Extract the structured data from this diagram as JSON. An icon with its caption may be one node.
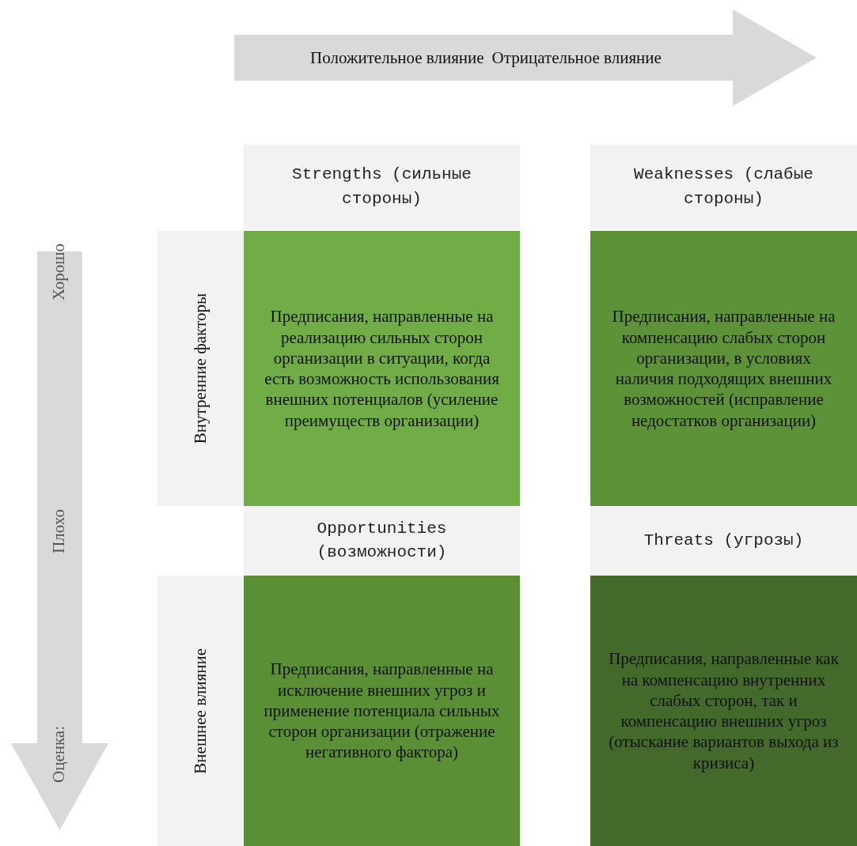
{
  "diagram": {
    "nodes": [
      {
        "text": [
          "Положительное влияние",
          "Отрицательное влияние"
        ]
      },
      {
        "text": [
          "Strengths (сильные стороны)"
        ]
      },
      {
        "text": [
          "Weaknesses (слабые стороны)"
        ]
      },
      {
        "text": [
          "Оценка:",
          "Плохо",
          "Хорошо"
        ]
      },
      {
        "text": [
          "Внутренние факторы"
        ]
      },
      {
        "text": [
          "Предписания, направленные на реализацию сильных сторон организации в ситуации, когда есть возможность использования внешних потенциалов (усиление преимуществ организации)"
        ]
      },
      {
        "text": [
          "Предписания, направленные на компенсацию слабых сторон организации, в условиях наличия подходящих внешних возможностей (исправление недостатков организации)"
        ]
      },
      {
        "text": [
          "Opportunities (возможности)"
        ]
      },
      {
        "text": [
          "Threats (угрозы)"
        ]
      },
      {
        "text": [
          "Внешнее влияние"
        ]
      },
      {
        "text": [
          "Предписания, направленные на исключение внешних угроз и применение потенциала сильных сторон организации (отражение негативного фактора)"
        ]
      },
      {
        "text": [
          "Предписания, направленные как на компенсацию внутренних слабых сторон, так и компенсацию внешних угроз (отыскание вариантов выхода из кризиса)"
        ]
      }
    ]
  }
}
